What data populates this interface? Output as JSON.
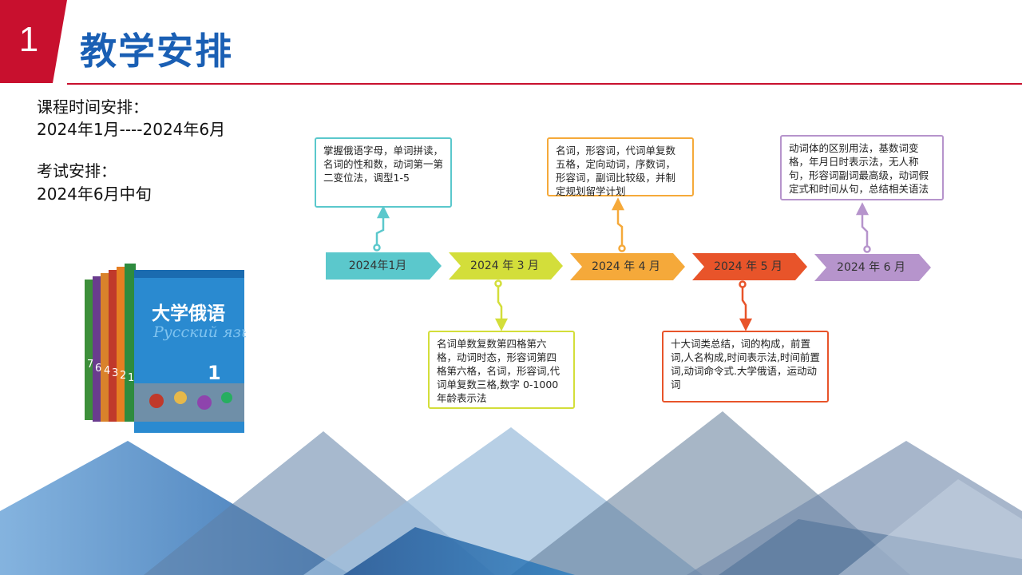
{
  "header": {
    "number": "1",
    "title": "教学安排"
  },
  "schedule": {
    "course_label": "课程时间安排：",
    "course_range": "2024年1月----2024年6月",
    "exam_label": "考试安排：",
    "exam_time": "2024年6月中旬"
  },
  "book": {
    "title": "大学俄语",
    "subtitle": "Русский язык",
    "volume": "1",
    "spines": [
      "7",
      "6",
      "4",
      "3",
      "2",
      "1"
    ]
  },
  "timeline": {
    "stages": [
      {
        "label": "2024年1月",
        "color": "#5bc8cc",
        "note": "掌握俄语字母，单词拼读，名词的性和数，动词第一第二变位法，调型1-5"
      },
      {
        "label": "2024 年 3 月",
        "color": "#d3de3a",
        "note": "名词单数复数第四格第六格，动词时态，形容词第四格第六格，名词，形容词,代词单复数三格,数字 0-1000年龄表示法"
      },
      {
        "label": "2024 年 4 月",
        "color": "#f5a93a",
        "note": "名词，形容词，代词单复数五格，定向动词，序数词，形容词，副词比较级，并制定规划留学计划"
      },
      {
        "label": "2024 年 5 月",
        "color": "#e8542a",
        "note": "十大词类总结，词的构成，前置词,人名构成,时间表示法,时间前置词,动词命令式.大学俄语，运动动词"
      },
      {
        "label": "2024 年 6 月",
        "color": "#b694cc",
        "note": "动词体的区别用法，基数词变格，年月日时表示法，无人称句，形容词副词最高级，动词假定式和时间从句，总结相关语法"
      }
    ]
  },
  "colors": {
    "accent_red": "#c8102e",
    "title_blue": "#1a5fb4"
  }
}
